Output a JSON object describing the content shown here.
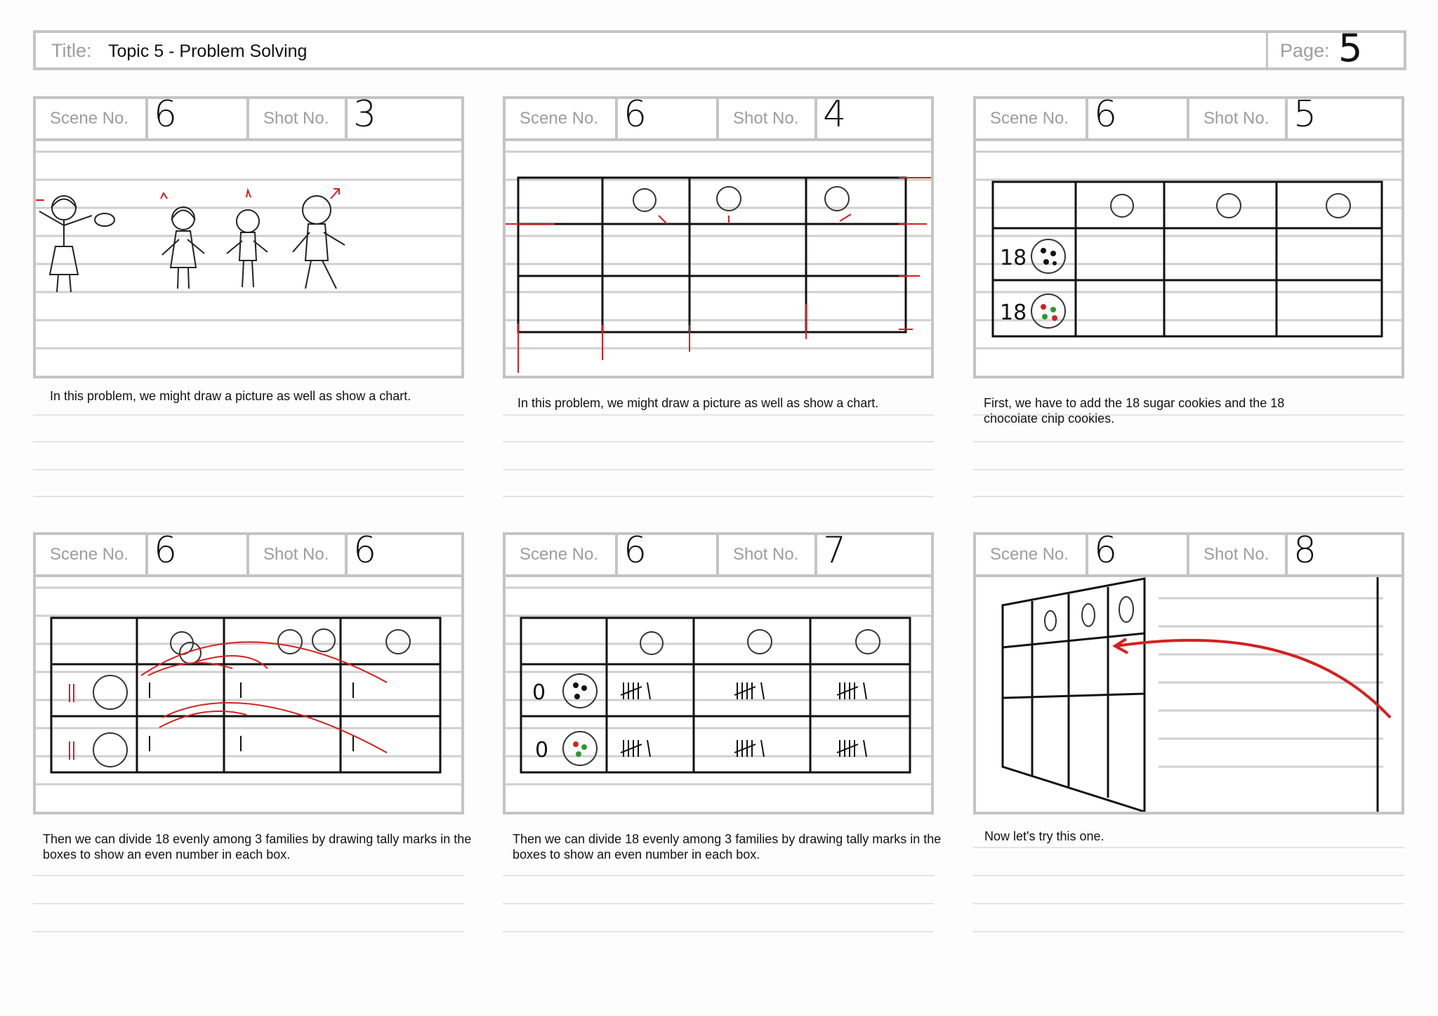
{
  "header": {
    "title_label": "Title:",
    "title": "Topic 5 - Problem Solving",
    "page_label": "Page:",
    "page": "5"
  },
  "labels": {
    "scene": "Scene No.",
    "shot": "Shot No."
  },
  "panels": [
    {
      "scene": "6",
      "shot": "3",
      "caption": "In this problem, we might draw a picture as well as show a chart."
    },
    {
      "scene": "6",
      "shot": "4",
      "caption": "In this problem, we might draw a picture as well as show a chart."
    },
    {
      "scene": "6",
      "shot": "5",
      "caption": "First, we have to add the 18 sugar cookies and the 18 chocolate chip cookies.",
      "chart_numbers": [
        "18",
        "18"
      ]
    },
    {
      "scene": "6",
      "shot": "6",
      "caption": "Then we can divide 18 evenly among 3 families by drawing tally marks in the boxes to show an even number in each box."
    },
    {
      "scene": "6",
      "shot": "7",
      "caption": "Then we can divide 18 evenly among 3 families by drawing tally marks in the boxes to show an even number in each box.",
      "chart_numbers": [
        "0",
        "0"
      ]
    },
    {
      "scene": "6",
      "shot": "8",
      "caption": "Now let's try this one."
    }
  ],
  "colors": {
    "border": "#c4c4c4",
    "accent": "#d42020",
    "ink": "#111111"
  }
}
